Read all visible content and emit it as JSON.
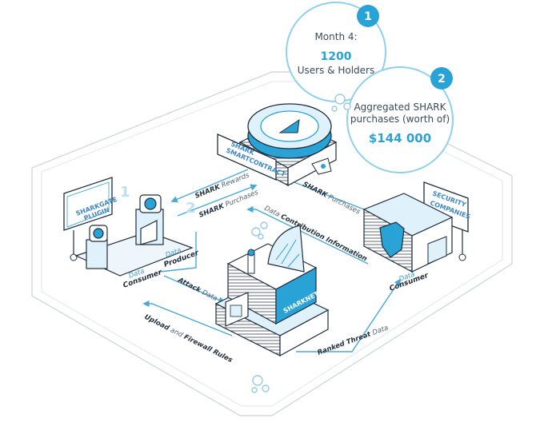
{
  "bubbles": [
    {
      "number": "1",
      "title": "Month 4:",
      "value": "1200",
      "subtitle": "Users & Holders"
    },
    {
      "number": "2",
      "title_line1": "Aggregated SHARK",
      "title_line2": "purchases (worth of)",
      "value": "$144 000"
    }
  ],
  "nodes": {
    "plugin": {
      "line1": "SHARKGATE",
      "line2": "PLUGIN"
    },
    "contract": {
      "line1": "SHARK",
      "line2": "SMARTCONTRACT"
    },
    "security": {
      "line1": "SECURITY",
      "line2": "COMPANIES"
    },
    "sharknet": {
      "label": "SHARKNET"
    }
  },
  "roles": {
    "consumer_left": {
      "small": "Data",
      "big": "Consumer"
    },
    "producer": {
      "small": "Data",
      "big": "Producer"
    },
    "consumer_right": {
      "small": "Data",
      "big": "Consumer"
    }
  },
  "step_numbers": [
    "1",
    "2"
  ],
  "flows": {
    "rewards_strong": "SHARK",
    "rewards_rest": " Rewards",
    "purchases_left_strong": "SHARK",
    "purchases_left_rest": " Purchases",
    "purchases_right_strong": "SHARK",
    "purchases_right_rest": " Purchases",
    "contribution_small": "Data ",
    "contribution_strong": "Contribution Information",
    "attack_strong": "Attack ",
    "attack_small": "Data",
    "upload_strong": "Upload ",
    "upload_small": "and ",
    "upload_strong2": "Firewall Rules",
    "ranked_strong": "Ranked Threat ",
    "ranked_small": "Data"
  },
  "colors": {
    "accent": "#29a3d6",
    "line": "#4aa8d8",
    "outline": "#1f2d3d",
    "light": "#dff1fb"
  }
}
